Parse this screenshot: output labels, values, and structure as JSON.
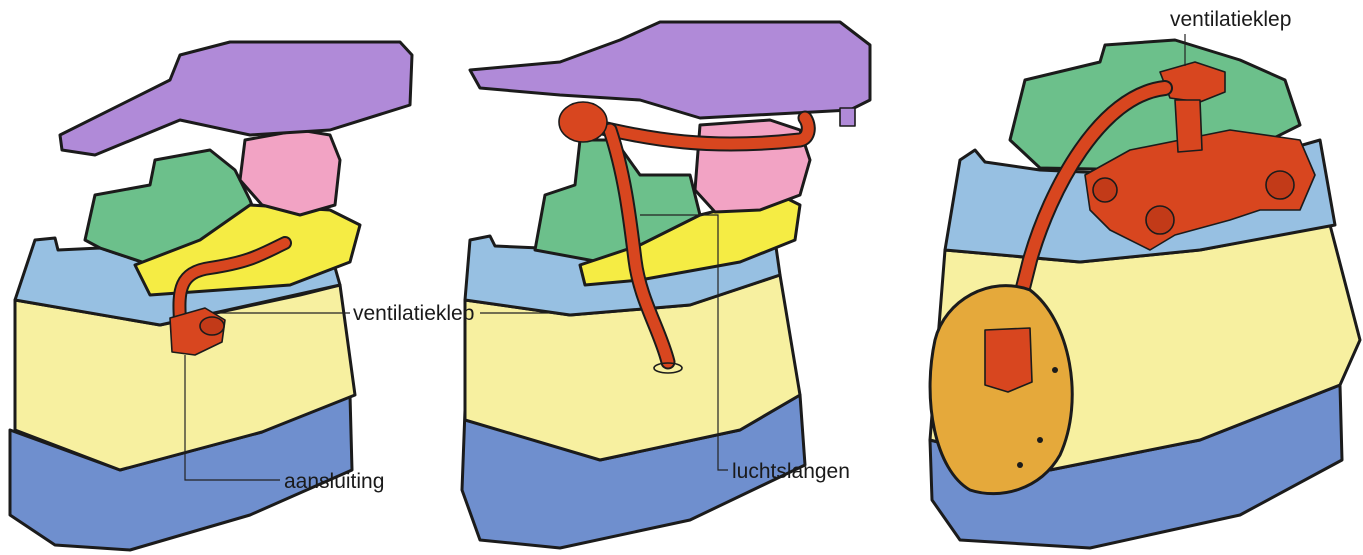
{
  "labels": {
    "left_valve": "ventilatieklep",
    "left_connection": "aansluiting",
    "middle_hoses": "luchtslangen",
    "right_valve": "ventilatieklep"
  },
  "colors": {
    "sump": "#6f8fce",
    "block": "#f7f0a0",
    "band": "#97c0e2",
    "yellow": "#f5ec44",
    "head": "#6cc08b",
    "manifold": "#f2a3c4",
    "filter": "#b08ad8",
    "pipe": "#d8461f",
    "cover": "#e5a93b"
  },
  "icons": {
    "pipe_glyph": "breather-pipe",
    "valve_glyph": "ventilation-valve"
  }
}
